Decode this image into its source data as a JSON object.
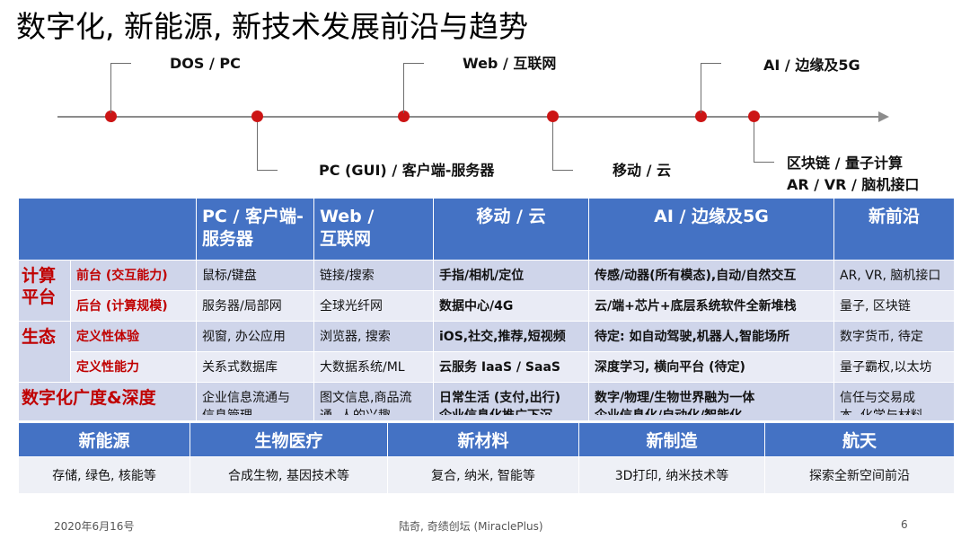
{
  "title": "数字化, 新能源, 新技术发展前沿与趋势",
  "timeline": {
    "labels": {
      "dos": "DOS / PC",
      "pc_gui": "PC (GUI) / 客户端-服务器",
      "web": "Web / 互联网",
      "mobile": "移动 / 云",
      "ai": "AI / 边缘及5G",
      "blockchain_1": "区块链 / 量子计算",
      "blockchain_2": "AR / VR / 脑机接口"
    }
  },
  "matrix": {
    "headers": {
      "pc_1": "PC / 客户端-",
      "pc_2": "服务器",
      "web_1": "Web /",
      "web_2": "互联网",
      "mobile": "移动 / 云",
      "ai": "AI / 边缘及5G",
      "frontier": "新前沿"
    },
    "categories": {
      "compute_1": "计算",
      "compute_2": "平台",
      "eco": "生态",
      "digital": "数字化广度&深度"
    },
    "rows": {
      "front": {
        "label": "前台 (交互能力)",
        "pc": "鼠标/键盘",
        "web": "链接/搜索",
        "mobile": "手指/相机/定位",
        "ai": "传感/动器(所有模态),自动/自然交互",
        "frontier": "AR, VR, 脑机接口"
      },
      "back": {
        "label": "后台 (计算规模)",
        "pc": "服务器/局部网",
        "web": "全球光纤网",
        "mobile": "数据中心/4G",
        "ai": "云/端+芯片+底层系统软件全新堆栈",
        "frontier": "量子, 区块链"
      },
      "exp": {
        "label": "定义性体验",
        "pc": "视窗, 办公应用",
        "web": "浏览器, 搜索",
        "mobile": "iOS,社交,推荐,短视频",
        "ai": "待定: 如自动驾驶,机器人,智能场所",
        "frontier": "数字货币, 待定"
      },
      "cap": {
        "label": "定义性能力",
        "pc": "关系式数据库",
        "web": "大数据系统/ML",
        "mobile": "云服务 IaaS / SaaS",
        "ai": "深度学习, 横向平台 (待定)",
        "frontier": "量子霸权,以太坊"
      },
      "digital": {
        "pc_1": "企业信息流通与",
        "pc_2": "信息管理",
        "web_1": "图文信息,商品流",
        "web_2": "通, 人的兴趣",
        "mobile_1": "日常生活 (支付,出行)",
        "mobile_2": "企业信息化推广下沉",
        "ai_1": "数字/物理/生物世界融为一体",
        "ai_2": "企业信息化/自动化/智能化",
        "frontier_1": "信任与交易成",
        "frontier_2": "本, 化学与材料"
      }
    }
  },
  "band": {
    "headers": [
      "新能源",
      "生物医疗",
      "新材料",
      "新制造",
      "航天"
    ],
    "values": [
      "存储, 绿色, 核能等",
      "合成生物, 基因技术等",
      "复合, 纳米, 智能等",
      "3D打印, 纳米技术等",
      "探索全新空间前沿"
    ]
  },
  "footer": {
    "date": "2020年6月16号",
    "author": "陆奇, 奇绩创坛 (MiraclePlus)",
    "page": "6"
  },
  "colors": {
    "header_blue": "#4472c4",
    "row_dark": "#cfd5ea",
    "row_light": "#e9ebf5",
    "accent_red": "#c00000",
    "timeline_dot": "#cc1515"
  }
}
